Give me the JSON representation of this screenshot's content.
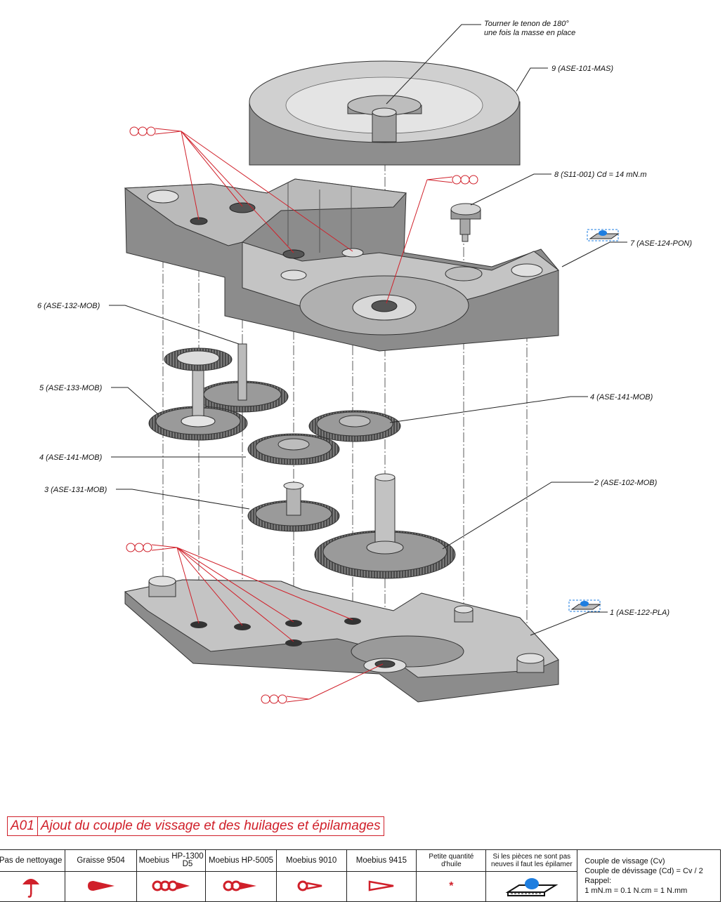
{
  "note": {
    "line1": "Tourner le tenon de 180°",
    "line2": "une fois la masse en place"
  },
  "callouts": {
    "c9": "9  (ASE-101-MAS)",
    "c8": "8  (S11-001) Cd = 14 mN.m",
    "c7": "7  (ASE-124-PON)",
    "c6": "6  (ASE-132-MOB)",
    "c5": "5  (ASE-133-MOB)",
    "c4a": "4  (ASE-141-MOB)",
    "c4b": "4  (ASE-141-MOB)",
    "c3": "3  (ASE-131-MOB)",
    "c2": "2  (ASE-102-MOB)",
    "c1": "1  (ASE-122-PLA)"
  },
  "revision": {
    "code": "A01",
    "text": "Ajout du couple de vissage et des huilages et épilamages"
  },
  "legend": {
    "no_cleaning": "Pas de nettoyage",
    "graisse": "Graisse 9504",
    "moebius_hp1300_a": "Moebius",
    "moebius_hp1300_b": "HP-1300",
    "moebius_hp1300_c": "D5",
    "moebius_hp5005": "Moebius HP-5005",
    "moebius_9010": "Moebius 9010",
    "moebius_9415": "Moebius 9415",
    "petite_a": "Petite quantité",
    "petite_b": "d'huile",
    "epilame_a": "Si les pièces ne sont pas",
    "epilame_b": "neuves il faut les épilamer",
    "couple_a": "Couple de vissage (Cv)",
    "couple_b": "Couple de dévissage (Cd) = Cv / 2",
    "couple_c": "Rappel:",
    "couple_d": "1 mN.m = 0.1 N.cm = 1 N.mm",
    "asterisk": "*"
  },
  "colors": {
    "red": "#d0202a",
    "metal": "#8e8e8e",
    "metal_light": "#c8c8c8",
    "metal_dark": "#5e5e5e",
    "blue": "#1e7ee0"
  }
}
